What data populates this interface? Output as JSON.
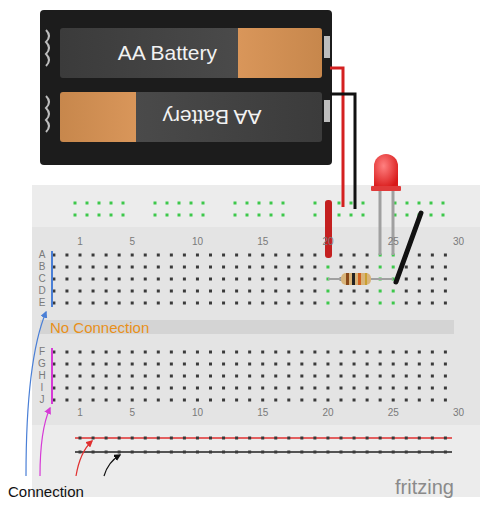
{
  "diagram": {
    "nodes": [
      {
        "text": [
          "AA Battery"
        ]
      },
      {
        "text": [
          "AA Battery"
        ]
      }
    ],
    "labels": [
      "1",
      "5",
      "10",
      "15",
      "20",
      "25",
      "30",
      "A",
      "B",
      "C",
      "D",
      "E",
      "No Connection",
      "F",
      "G",
      "H",
      "I",
      "J",
      "1",
      "5",
      "10",
      "15",
      "20",
      "25",
      "30",
      "Connection",
      "fritzing"
    ]
  }
}
